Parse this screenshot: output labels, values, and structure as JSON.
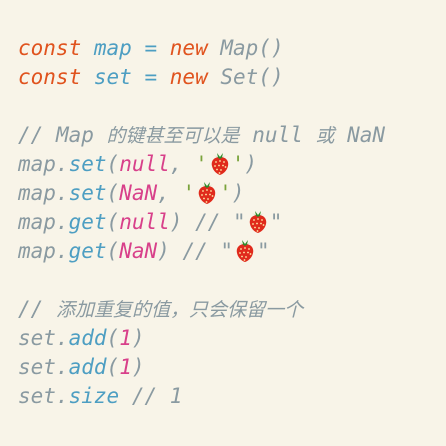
{
  "code": {
    "line1": {
      "keyword": "const",
      "name": "map",
      "op": "=",
      "new": "new",
      "cls": "Map",
      "parens": "()"
    },
    "line2": {
      "keyword": "const",
      "name": "set",
      "op": "=",
      "new": "new",
      "cls": "Set",
      "parens": "()"
    },
    "comment1": {
      "slashes": "//",
      "map": "Map",
      "text_cn1": "的键甚至可以是",
      "null": "null",
      "text_cn2": "或",
      "nan": "NaN"
    },
    "line4": {
      "obj": "map",
      "dot": ".",
      "method": "set",
      "open": "(",
      "arg": "null",
      "comma": ",",
      "quote_open": "'",
      "quote_close": "'",
      "close": ")"
    },
    "line5": {
      "obj": "map",
      "dot": ".",
      "method": "set",
      "open": "(",
      "arg": "NaN",
      "comma": ",",
      "quote_open": "'",
      "quote_close": "'",
      "close": ")"
    },
    "line6": {
      "obj": "map",
      "dot": ".",
      "method": "get",
      "open": "(",
      "arg": "null",
      "close": ")",
      "comment": "//",
      "quote_open": "\"",
      "quote_close": "\""
    },
    "line7": {
      "obj": "map",
      "dot": ".",
      "method": "get",
      "open": "(",
      "arg": "NaN",
      "close": ")",
      "comment": "//",
      "quote_open": "\"",
      "quote_close": "\""
    },
    "comment2": {
      "slashes": "//",
      "text_cn": "添加重复的值，只会保留一个"
    },
    "line9": {
      "obj": "set",
      "dot": ".",
      "method": "add",
      "open": "(",
      "arg": "1",
      "close": ")"
    },
    "line10": {
      "obj": "set",
      "dot": ".",
      "method": "add",
      "open": "(",
      "arg": "1",
      "close": ")"
    },
    "line11": {
      "obj": "set",
      "dot": ".",
      "prop": "size",
      "comment": "//",
      "result": "1"
    }
  },
  "icons": {
    "strawberry": "strawberry-icon"
  },
  "colors": {
    "background": "#f8f4e8",
    "keyword": "#e0531e",
    "identifier": "#4d9ec2",
    "literal": "#d8408a",
    "plain": "#8a9aa1"
  }
}
